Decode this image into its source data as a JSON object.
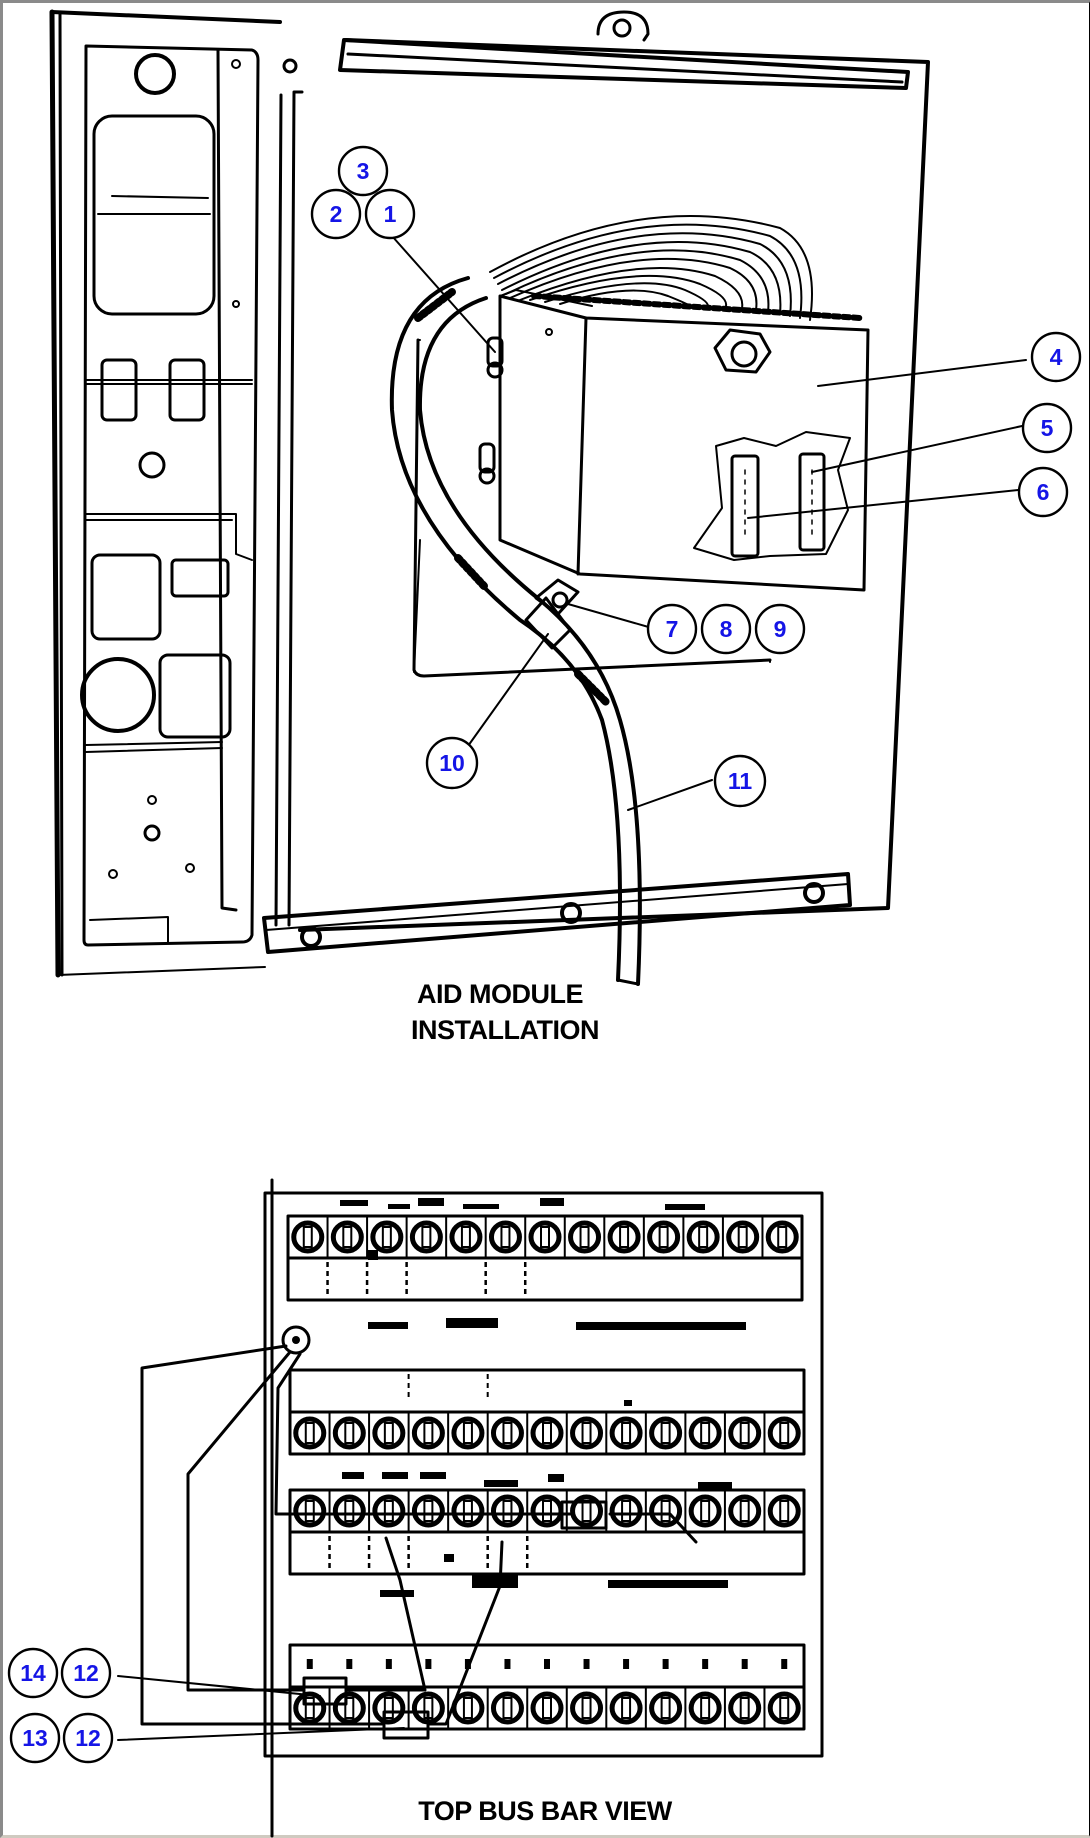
{
  "figure": {
    "top_view": {
      "caption_line1": "AID MODULE",
      "caption_line2": "INSTALLATION",
      "callouts": [
        {
          "id": "1",
          "label": "1"
        },
        {
          "id": "2",
          "label": "2"
        },
        {
          "id": "3",
          "label": "3"
        },
        {
          "id": "4",
          "label": "4"
        },
        {
          "id": "5",
          "label": "5"
        },
        {
          "id": "6",
          "label": "6"
        },
        {
          "id": "7",
          "label": "7"
        },
        {
          "id": "8",
          "label": "8"
        },
        {
          "id": "9",
          "label": "9"
        },
        {
          "id": "10",
          "label": "10"
        },
        {
          "id": "11",
          "label": "11"
        }
      ]
    },
    "bottom_view": {
      "caption": "TOP BUS BAR VIEW",
      "callouts": [
        {
          "id": "14",
          "label": "14"
        },
        {
          "id": "12a",
          "label": "12"
        },
        {
          "id": "13",
          "label": "13"
        },
        {
          "id": "12b",
          "label": "12"
        }
      ],
      "terminal_strips": [
        {
          "name": "strip-1",
          "terminal_count": 13
        },
        {
          "name": "strip-2",
          "terminal_count": 13
        },
        {
          "name": "strip-3",
          "terminal_count": 13
        },
        {
          "name": "strip-4",
          "terminal_count": 13
        }
      ]
    }
  },
  "colors": {
    "callout_text": "#1515e6",
    "line": "#000000",
    "background": "#ffffff"
  }
}
